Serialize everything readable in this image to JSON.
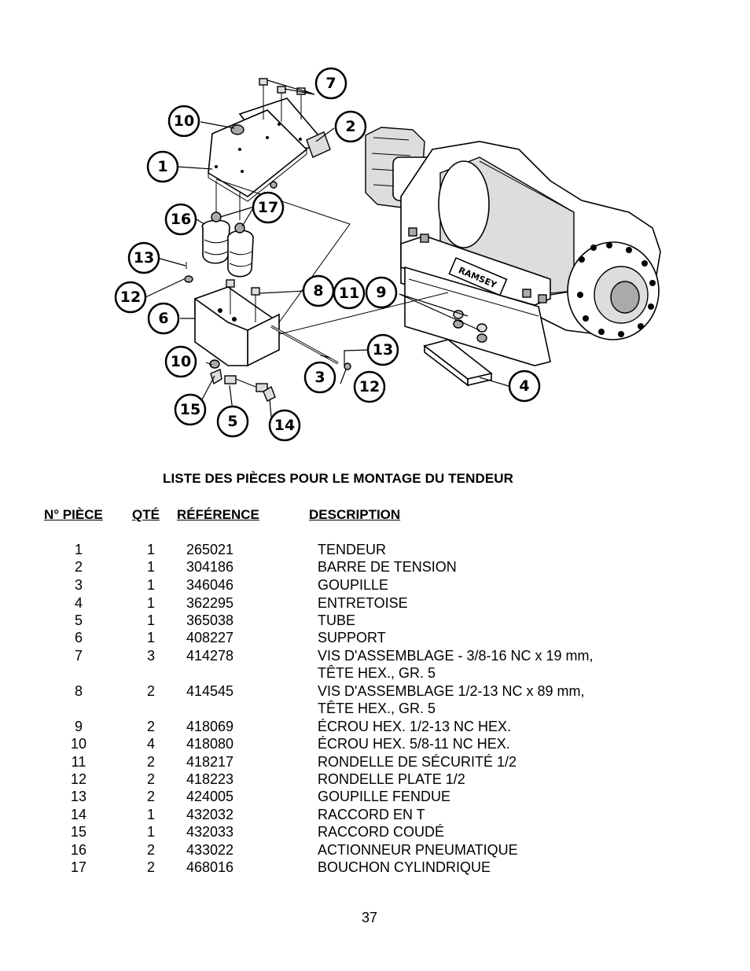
{
  "title": "LISTE DES PIÈCES POUR LE MONTAGE DU TENDEUR",
  "headers": {
    "no": "N° PIÈCE",
    "qty": "QTÉ",
    "ref": "RÉFÉRENCE",
    "desc": "DESCRIPTION"
  },
  "parts": [
    {
      "no": "1",
      "qty": "1",
      "ref": "265021",
      "desc": "TENDEUR"
    },
    {
      "no": "2",
      "qty": "1",
      "ref": "304186",
      "desc": "BARRE DE TENSION"
    },
    {
      "no": "3",
      "qty": "1",
      "ref": "346046",
      "desc": "GOUPILLE"
    },
    {
      "no": "4",
      "qty": "1",
      "ref": "362295",
      "desc": "ENTRETOISE"
    },
    {
      "no": "5",
      "qty": "1",
      "ref": "365038",
      "desc": "TUBE"
    },
    {
      "no": "6",
      "qty": "1",
      "ref": "408227",
      "desc": "SUPPORT"
    },
    {
      "no": "7",
      "qty": "3",
      "ref": "414278",
      "desc": "VIS D'ASSEMBLAGE - 3/8-16 NC x 19 mm,"
    },
    {
      "no": "",
      "qty": "",
      "ref": "",
      "desc": "TÊTE HEX., GR. 5"
    },
    {
      "no": "8",
      "qty": "2",
      "ref": "414545",
      "desc": "VIS D'ASSEMBLAGE 1/2-13 NC x 89 mm,"
    },
    {
      "no": "",
      "qty": "",
      "ref": "",
      "desc": "TÊTE HEX., GR. 5"
    },
    {
      "no": "9",
      "qty": "2",
      "ref": "418069",
      "desc": "ÉCROU HEX. 1/2-13 NC HEX."
    },
    {
      "no": "10",
      "qty": "4",
      "ref": "418080",
      "desc": "ÉCROU HEX. 5/8-11 NC HEX."
    },
    {
      "no": "11",
      "qty": "2",
      "ref": "418217",
      "desc": "RONDELLE DE SÉCURITÉ 1/2"
    },
    {
      "no": "12",
      "qty": "2",
      "ref": "418223",
      "desc": "RONDELLE PLATE 1/2"
    },
    {
      "no": "13",
      "qty": "2",
      "ref": "424005",
      "desc": "GOUPILLE FENDUE"
    },
    {
      "no": "14",
      "qty": "1",
      "ref": "432032",
      "desc": "RACCORD EN T"
    },
    {
      "no": "15",
      "qty": "1",
      "ref": "432033",
      "desc": "RACCORD COUDÉ"
    },
    {
      "no": "16",
      "qty": "2",
      "ref": "433022",
      "desc": "ACTIONNEUR PNEUMATIQUE"
    },
    {
      "no": "17",
      "qty": "2",
      "ref": "468016",
      "desc": "BOUCHON CYLINDRIQUE"
    }
  ],
  "diagram": {
    "brand_label": "RAMSEY",
    "callouts": [
      "7",
      "10",
      "2",
      "1",
      "17",
      "16",
      "13",
      "12",
      "8",
      "11",
      "9",
      "6",
      "10",
      "13",
      "3",
      "12",
      "4",
      "15",
      "5",
      "14"
    ]
  },
  "page_number": "37"
}
